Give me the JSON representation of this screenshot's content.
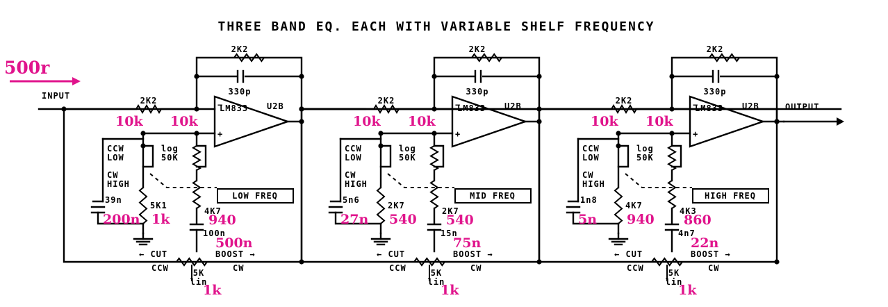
{
  "title": "THREE BAND EQ. EACH WITH VARIABLE SHELF FREQUENCY",
  "annotation": {
    "source_impedance": "500r"
  },
  "io": {
    "input": "INPUT",
    "output": "OUTPUT"
  },
  "colors": {
    "annotation": "#e0148c",
    "ink": "#000000"
  },
  "stages": [
    {
      "opamp": "LM833",
      "designator": "U2B",
      "feedback_resistor": "2K2",
      "feedback_cap": "330p",
      "input_resistor": "2K2",
      "switch_low": "CCW\nLOW",
      "switch_high": "CW\nHIGH",
      "freq_pot": "log\n50K",
      "freq_label": "LOW FREQ",
      "shelf_cap": "39n",
      "series_resistor": "5K1",
      "pot_resistor": "4K7",
      "pot_cap": "100n",
      "cut_label": "← CUT",
      "boost_label": "BOOST →",
      "ccw": "CCW",
      "cw": "CW",
      "gain_pot": "5K\nlin",
      "notes": {
        "input_r": "10k",
        "plus_r": "10k",
        "shelf_cap": "200n",
        "series_r": "1k",
        "pot_r": "940",
        "pot_cap": "500n",
        "gain_pot": "1k"
      }
    },
    {
      "opamp": "LM833",
      "designator": "U2B",
      "feedback_resistor": "2K2",
      "feedback_cap": "330p",
      "input_resistor": "2K2",
      "switch_low": "CCW\nLOW",
      "switch_high": "CW\nHIGH",
      "freq_pot": "log\n50K",
      "freq_label": "MID FREQ",
      "shelf_cap": "5n6",
      "series_resistor": "2K7",
      "pot_resistor": "2K7",
      "pot_cap": "15n",
      "cut_label": "← CUT",
      "boost_label": "BOOST →",
      "ccw": "CCW",
      "cw": "CW",
      "gain_pot": "5K\nlin",
      "notes": {
        "input_r": "10k",
        "plus_r": "10k",
        "shelf_cap": "27n",
        "series_r": "540",
        "pot_r": "540",
        "pot_cap": "75n",
        "gain_pot": "1k"
      }
    },
    {
      "opamp": "LM833",
      "designator": "U2B",
      "feedback_resistor": "2K2",
      "feedback_cap": "330p",
      "input_resistor": "2K2",
      "switch_low": "CCW\nLOW",
      "switch_high": "CW\nHIGH",
      "freq_pot": "log\n50K",
      "freq_label": "HIGH FREQ",
      "shelf_cap": "1n8",
      "series_resistor": "4K7",
      "pot_resistor": "4K3",
      "pot_cap": "4n7",
      "cut_label": "← CUT",
      "boost_label": "BOOST →",
      "ccw": "CCW",
      "cw": "CW",
      "gain_pot": "5K\nlin",
      "notes": {
        "input_r": "10k",
        "plus_r": "10k",
        "shelf_cap": "5n",
        "series_r": "940",
        "pot_r": "860",
        "pot_cap": "22n",
        "gain_pot": "1k"
      }
    }
  ]
}
